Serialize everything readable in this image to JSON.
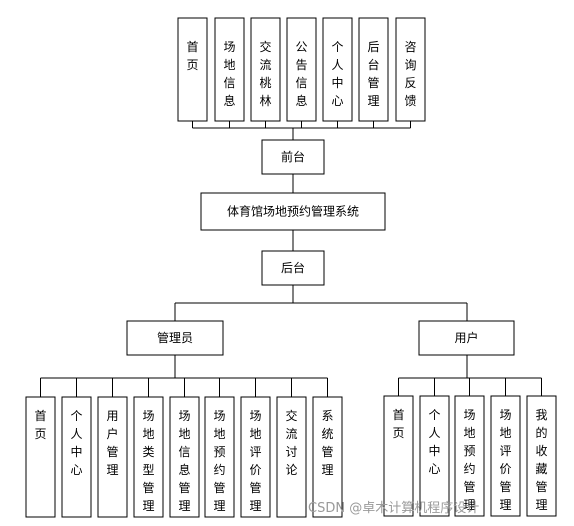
{
  "front_modules": [
    "首页",
    "场地信息",
    "交流桃林",
    "公告信息",
    "个人中心",
    "后台管理",
    "咨询反馈"
  ],
  "front_label": "前台",
  "system_label": "体育馆场地预约管理系统",
  "back_label": "后台",
  "admin_label": "管理员",
  "user_label": "用户",
  "admin_modules": [
    "首页",
    "个人中心",
    "用户管理",
    "场地类型管理",
    "场地信息管理",
    "场地预约管理",
    "场地评价管理",
    "交流讨论",
    "系统管理"
  ],
  "user_modules": [
    "首页",
    "个人中心",
    "场地预约管理",
    "场地评价管理",
    "我的收藏管理"
  ],
  "watermark": "CSDN @卓木计算机程序设计"
}
